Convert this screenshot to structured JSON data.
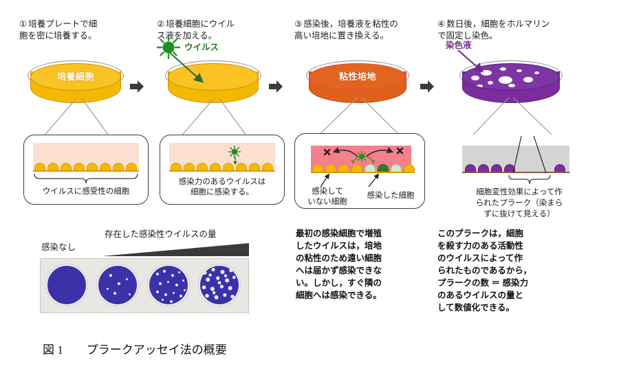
{
  "figure": {
    "caption": "図 1　　プラークアッセイ法の概要"
  },
  "steps": [
    {
      "number": "①",
      "heading": "培養プレートで細\n胞を密に培養する。",
      "dish_label": "培養細胞",
      "inset_caption": "ウイルスに感受性の細胞",
      "body_text": ""
    },
    {
      "number": "②",
      "heading": "培養細胞にウイル\nス液を加える。",
      "dish_label": "",
      "inset_caption": "感染力のあるウイルスは\n細胞に感染する。",
      "body_text": ""
    },
    {
      "number": "③",
      "heading": "感染後，培養液を粘性の\n高い培地に置き換える。",
      "dish_label": "粘性培地",
      "inset_caption_left": "感染して\nいない細胞",
      "inset_caption_right": "感染した細胞",
      "body_text": "最初の感染細胞で増殖\nしたウイルスは，培地\nの粘性のため遠い細胞\nへは届かず感染できな\nい。しかし，すぐ隣の\n細胞へは感染できる。"
    },
    {
      "number": "④",
      "heading": "数日後，細胞をホルマリン\nで固定し染色。",
      "dish_label": "",
      "inset_caption": "細胞変性効果によって作\nられたプラーク（染まら\nずに抜けて見える）",
      "body_text": "このプラークは，細胞\nを殺す力のある活動性\nのウイルスによって作\nられたものであるから，\nプラークの数 ＝ 感染力\nのあるウイルスの量と\nして数値化できる。"
    }
  ],
  "annotations": {
    "virus_label": "ウイルス",
    "stain_label": "染色液"
  },
  "photo": {
    "gradient_label": "存在した感染性ウイルスの量",
    "no_infection_label": "感染なし",
    "wells": [
      {
        "name": "well-no-plaques",
        "plaques": 0
      },
      {
        "name": "well-few-plaques",
        "plaques": 6
      },
      {
        "name": "well-more-plaques",
        "plaques": 16
      },
      {
        "name": "well-many-plaques",
        "plaques": 120
      }
    ]
  },
  "colors": {
    "cell_yellow": "#f5b800",
    "cell_yellow_edge": "#e0a400",
    "medium_pink_light": "#fbe0d2",
    "medium_pink_strong": "#f2808f",
    "infected_dark_green": "#2f7d23",
    "infected_pale_green": "#cdeccd",
    "viscous_orange": "#e0601a",
    "stain_purple": "#7b2d9e",
    "virus_green": "#2f8f2f",
    "gray_medium": "#d4d4d4",
    "plaque_white": "#ffffff",
    "well_blue": "#3b31a8"
  }
}
